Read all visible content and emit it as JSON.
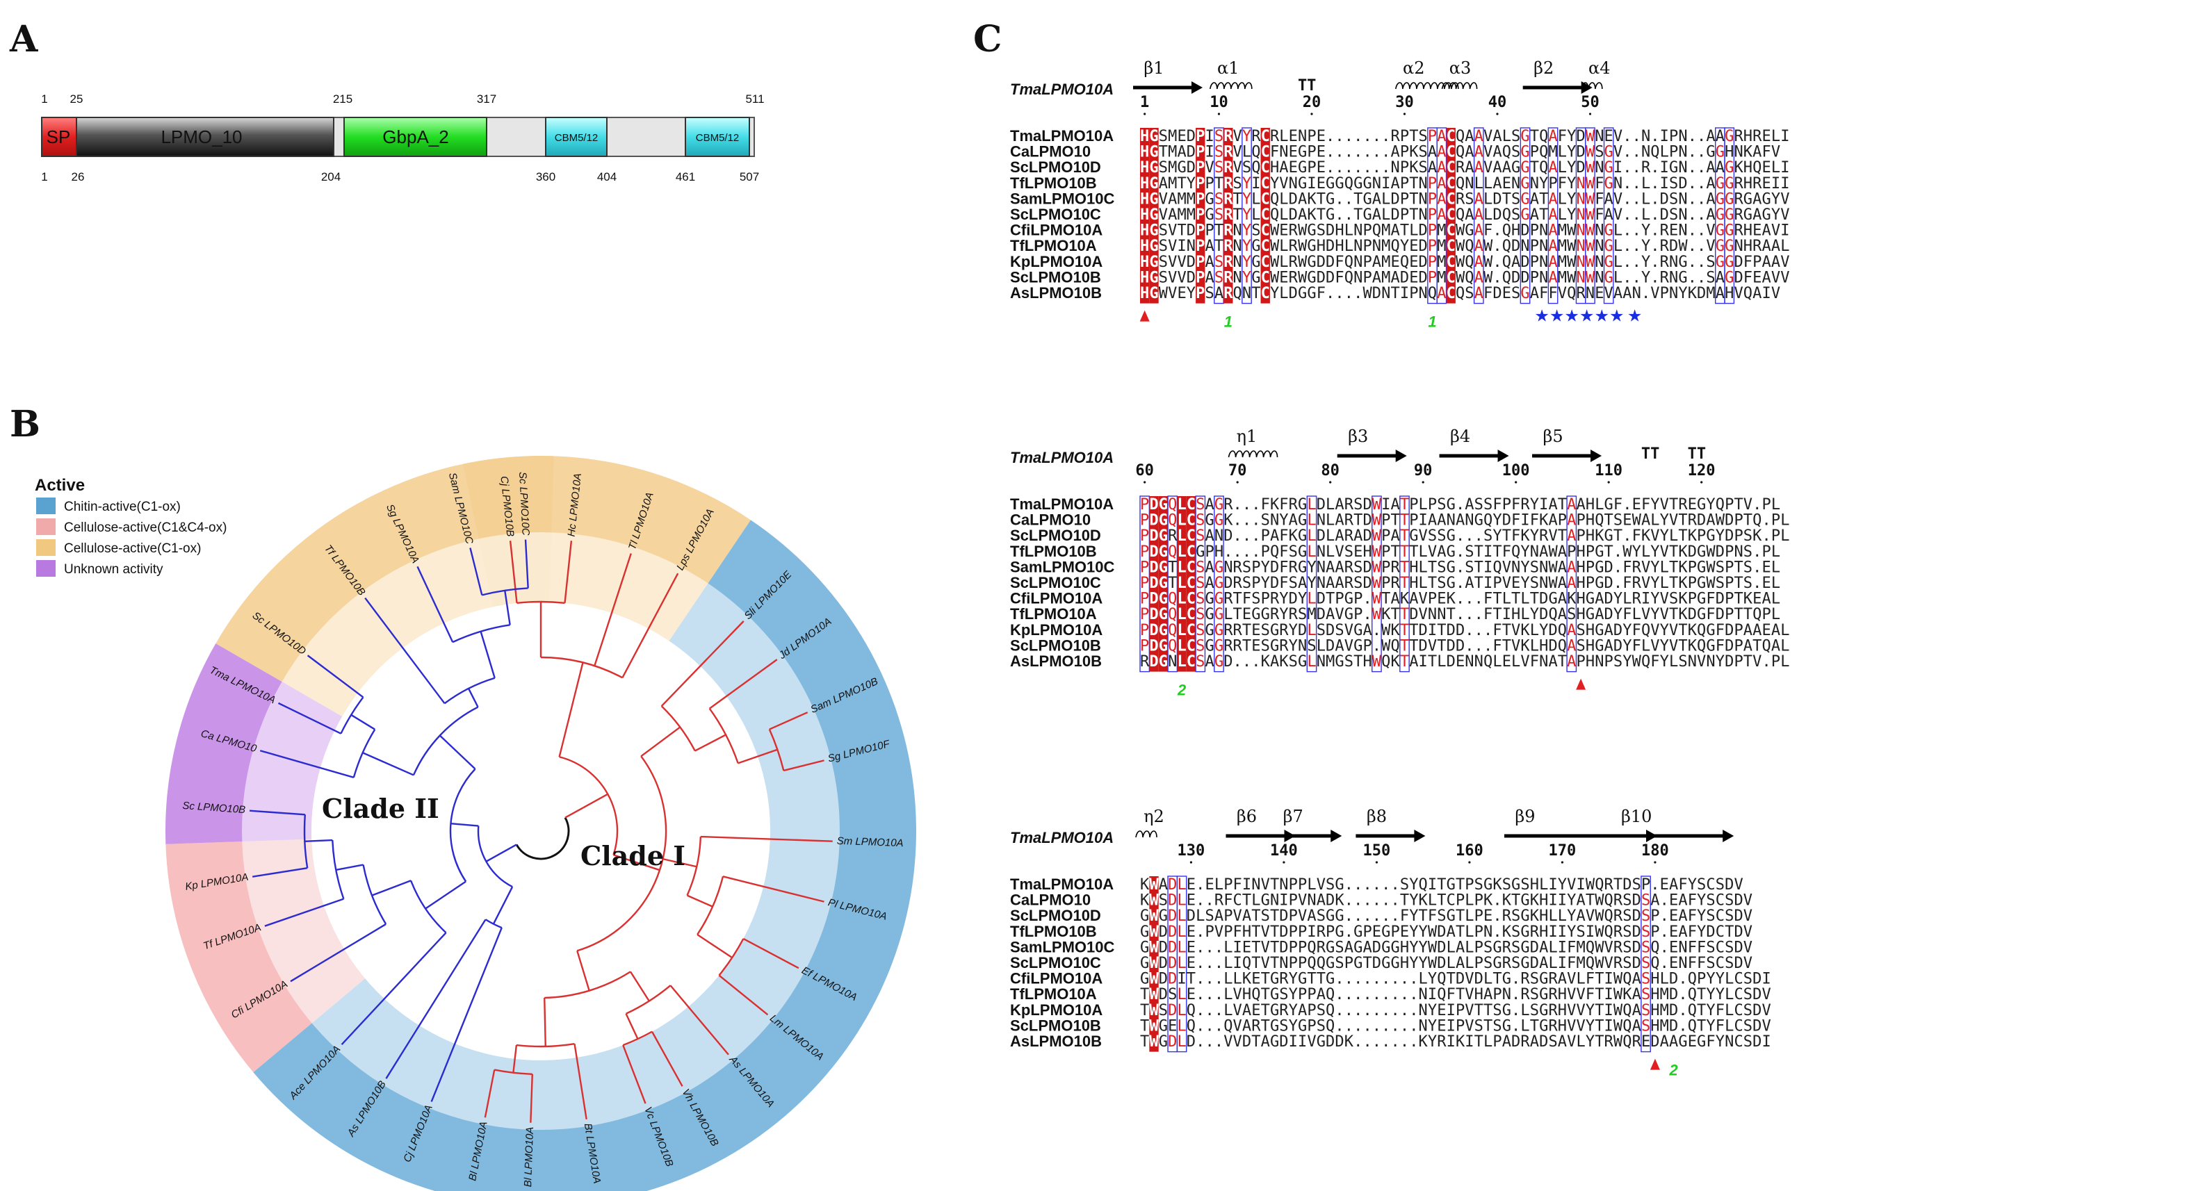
{
  "panels": {
    "a": "A",
    "b": "B",
    "c": "C"
  },
  "panel_a": {
    "top_numbers": [
      "1",
      "25",
      "215",
      "317",
      "511"
    ],
    "bottom_numbers": [
      "1",
      "26",
      "204",
      "360",
      "404",
      "461",
      "507"
    ],
    "domains": [
      {
        "label": "SP",
        "color": "#e03030"
      },
      {
        "label": "LPMO_10",
        "color": "#333333"
      },
      {
        "label": "GbpA_2",
        "color": "#22dd22"
      },
      {
        "label": "CBM5/12",
        "color": "#44dde8"
      },
      {
        "label": "CBM5/12",
        "color": "#44dde8"
      }
    ]
  },
  "panel_b": {
    "legend_title": "Active",
    "legend": [
      {
        "label": "Chitin-active(C1-ox)",
        "color": "#5aa2cf"
      },
      {
        "label": "Cellulose-active(C1&C4-ox)",
        "color": "#f0aaaa"
      },
      {
        "label": "Cellulose-active(C1-ox)",
        "color": "#f0c880"
      },
      {
        "label": "Unknown activity",
        "color": "#b87ae0"
      }
    ],
    "clade_labels": [
      "Clade II",
      "Clade I"
    ],
    "leaves": [
      "Cj LPMO10B",
      "Hc LPMO10A",
      "Tl LPMO10A",
      "Lps LPMO10A",
      "Sli LPMO10E",
      "Jd LPMO10A",
      "Sam LPMO10B",
      "Sg LPMO10F",
      "Sm LPMO10A",
      "Pl LPMO10A",
      "Ef LPMO10A",
      "Lm LPMO10A",
      "As LPMO10A",
      "Vh LPMO10B",
      "Vc LPMO10B",
      "Bt LPMO10A",
      "Bl LPMO10A",
      "Bl LPMO10A",
      "Cj LPMO10A",
      "As LPMO10B",
      "Ace LPMO10A",
      "Cfi LPMO10A",
      "Tf LPMO10A",
      "Kp LPMO10A",
      "Sc LPMO10B",
      "Ca LPMO10",
      "Tma LPMO10A",
      "Sc LPMO10D",
      "Tf LPMO10B",
      "Sg LPMO10A",
      "Sam LPMO10C",
      "Sc LPMO10C"
    ]
  },
  "panel_c": {
    "ref_label": "TmaLPMO10A",
    "names": [
      "TmaLPMO10A",
      "CaLPMO10",
      "ScLPMO10D",
      "TfLPMO10B",
      "SamLPMO10C",
      "ScLPMO10C",
      "CfiLPMO10A",
      "TfLPMO10A",
      "KpLPMO10A",
      "ScLPMO10B",
      "AsLPMO10B"
    ],
    "highlight_name_color": "#e02020",
    "blocks": [
      {
        "ruler": [
          {
            "col": 0,
            "text": "1"
          },
          {
            "col": 8,
            "text": "10"
          },
          {
            "col": 18,
            "text": "20"
          },
          {
            "col": 28,
            "text": "30"
          },
          {
            "col": 38,
            "text": "40"
          },
          {
            "col": 48,
            "text": "50"
          }
        ],
        "ss": [
          {
            "col": 0,
            "text": "β1"
          },
          {
            "col": 8,
            "text": "α1"
          },
          {
            "col": 17,
            "text": "TT"
          },
          {
            "col": 28,
            "text": "α2"
          },
          {
            "col": 33,
            "text": "α3"
          },
          {
            "col": 42,
            "text": "β2"
          },
          {
            "col": 48,
            "text": "α4"
          }
        ],
        "seqs": [
          "HGSMEDPISRVYRCRLENPE.......RPTSPACQAAVALSGTQAFYDWNEV..N.IPN..AAGRHRELI",
          "HGTMADPISRVLQCFNEGPE.......APKSAACQAAVAQSGPQMLYDWSGV..NQLPN..GGHNKAFV",
          "HGSMGDPVSRVSQCHAEGPE.......NPKSAACRAAVAAGGTQALYDWNGI..R.IGN..AAGKHQELI",
          "HGAMTYPPTRSYICYVNGIEGGQGGNIAPTNPACQNLLAENGNYPFYNWFGN..L.ISD..AGGRHREII",
          "HGVAMMPGSRTYLCQLDAKTG..TGALDPTNPACRSALDTSGATALYNWFAV..L.DSN..AGGRGAGYV",
          "HGVAMMPGSRTYLCQLDAKTG..TGALDPTNPACQAALDQSGATALYNWFAV..L.DSN..AGGRGAGYV",
          "HGSVTDPPTRNYSCWERWGSDHLNPQMATLDPMCWGAF.QHDPNAMWNWNGL..Y.REN..VGGRHEAVI",
          "HGSVINPATRNYGCWLRWGHDHLNPNMQYEDPMCWQAW.QDNPNAMWNWNGL..Y.RDW..VGGNHRAAL",
          "HGSVVDPASRNYGCWLRWGDDFQNPAMEQEDPMCWQAW.QADPNAMWNWNGL..Y.RNG..SGGDFPAAV",
          "HGSVVDPASRNYGCWERWGDDFQNPAMADEDPMCWQAW.QDDPNAMWNWNGL..Y.RNG..SAGDFEAVV",
          "HGWVEYPSARQNTCYLDGGF....WDNTIPNQACQSAFDESGAFFVQRNEVAAN.VPNYKDMAHVQAIV"
        ],
        "marks": [
          {
            "col": 0,
            "type": "tri"
          },
          {
            "col": 9,
            "type": "num",
            "text": "1"
          },
          {
            "col": 31,
            "type": "num",
            "text": "1"
          },
          {
            "col": 42,
            "type": "stars",
            "text": "★★★★★★"
          },
          {
            "col": 52,
            "type": "stars",
            "text": "★"
          }
        ]
      },
      {
        "ruler": [
          {
            "col": 0,
            "text": "60"
          },
          {
            "col": 10,
            "text": "70"
          },
          {
            "col": 20,
            "text": "80"
          },
          {
            "col": 30,
            "text": "90"
          },
          {
            "col": 40,
            "text": "100"
          },
          {
            "col": 50,
            "text": "110"
          },
          {
            "col": 60,
            "text": "120"
          }
        ],
        "ss": [
          {
            "col": 10,
            "text": "η1"
          },
          {
            "col": 22,
            "text": "β3"
          },
          {
            "col": 33,
            "text": "β4"
          },
          {
            "col": 43,
            "text": "β5"
          },
          {
            "col": 54,
            "text": "TT"
          },
          {
            "col": 59,
            "text": "TT"
          }
        ],
        "seqs": [
          "PDGQLCSAGR...FKFRGLDLARSDWIATPLPSG.ASSFPFRYIATAAHLGF.EFYVTREGYQPTV.PL",
          "PDGQLCSGGK...SNYAGLNLARTDWPTTPIAANANGQYDFIFKAPAPHQTSEWALYVTRDAWDPTQ.PL",
          "PDGRLCSAND...PAFKGLDLARADWPATGVSSG...SYTFKYRVTAPHKGT.FKVYLTKPGYDPSK.PL",
          "PDGQLCGPH....PQFSGLNLVSEHWPTTTLVAG.STITFQYNAWAPHPGT.WYLYVTKDGWDPNS.PL",
          "PDGTLCSAGNRSPYDFRGYNAARSDWPRTHLTSG.STIQVNYSNWAAHPGD.FRVYLTKPGWSPTS.EL",
          "PDGTLCSAGDRSPYDFSAYNAARSDWPRTHLTSG.ATIPVEYSNWAAHPGD.FRVYLTKPGWSPTS.EL",
          "PDGQLCSGGRTFSPRYDYLDTPGP.WTAKAVPEK...FTLTLTDGAKHGADYLRIYVSKPGFDPTKEAL",
          "PDGQLCSGGLTEGGRYRSMDAVGP.WKTTDVNNT...FTIHLYDQASHGADYFLVYVTKDGFDPTTQPL",
          "PDGQLCSGGRRTESGRYDLSDSVGA.WKTTDITDD...FTVKLYDQASHGADYFQVYVTKQGFDPAAEAL",
          "PDGQLCSGGRRTESGRYNSLDAVGP.WQTTDVTDD...FTVKLHDQASHGADYFLVYVTKQGFDPATQAL",
          "RDGNLCSAGD...KAKSGLNMGSTHWQKTAITLDENNQLELVFNATAPHNPSYWQFYLSNVNYDPTV.PL"
        ],
        "marks": [
          {
            "col": 4,
            "type": "num",
            "text": "2"
          },
          {
            "col": 47,
            "type": "tri"
          }
        ]
      },
      {
        "ruler": [
          {
            "col": 5,
            "text": "130"
          },
          {
            "col": 15,
            "text": "140"
          },
          {
            "col": 25,
            "text": "150"
          },
          {
            "col": 35,
            "text": "160"
          },
          {
            "col": 45,
            "text": "170"
          },
          {
            "col": 55,
            "text": "180"
          }
        ],
        "ss": [
          {
            "col": 0,
            "text": "η2"
          },
          {
            "col": 10,
            "text": "β6"
          },
          {
            "col": 15,
            "text": "β7"
          },
          {
            "col": 24,
            "text": "β8"
          },
          {
            "col": 40,
            "text": "β9"
          },
          {
            "col": 52,
            "text": "β10"
          }
        ],
        "seqs": [
          "KWADLE.ELPFINVTNPPLVSG......SYQITGTPSGKSGSHLIYVIWQRTDSP.EAFYSCSDV",
          "KWSDLE..RFCTLGNIPVNADK......TYKLTCPLPK.KTGKHIIYATWQRSDSA.EAFYSCSDV",
          "GWGDLDLSAPVATSTDPVASGG......FYTFSGTLPE.RSGKHLLYAVWQRSDSP.EAFYSCSDV",
          "GWDDLE.PVPFHTVTDPPIRPG.GPEGPEYYWDATLPN.KSGRHIIYSIWQRSDSP.EAFYDCTDV",
          "GWDDLE...LIETVTDPPQRGSAGADGGHYYWDLALPSGRSGDALIFMQWVRSDSQ.ENFFSCSDV",
          "GWDDLE...LIQTVTNPPQQGSPGTDGGHYYWDLALPSGRSGDALIFMQWVRSDSQ.ENFFSCSDV",
          "GWDDIT...LLKETGRYGTTG.........LYQTDVDLTG.RSGRAVLFTIWQASHLD.QPYYLCSDI",
          "TWDSLE...LVHQTGSYPPAQ.........NIQFTVHAPN.RSGRHVVFTIWKASHMD.QTYYLCSDV",
          "TWSDLQ...LVAETGRYAPSQ.........NYEIPVTTSG.LSGRHVVYTIWQASHMD.QTYFLCSDV",
          "TWGELQ...QVARTGSYGPSQ.........NYEIPVSTSG.LTGRHVVYTIWQASHMD.QTYFLCSDV",
          "TWGDLD...VVDTAGDIIVGDDK.......KYRIKITLPADRADSAVLYTRWQREDAAGEGFYNCSDI"
        ],
        "marks": [
          {
            "col": 55,
            "type": "tri"
          },
          {
            "col": 57,
            "type": "num",
            "text": "2"
          }
        ]
      }
    ]
  }
}
